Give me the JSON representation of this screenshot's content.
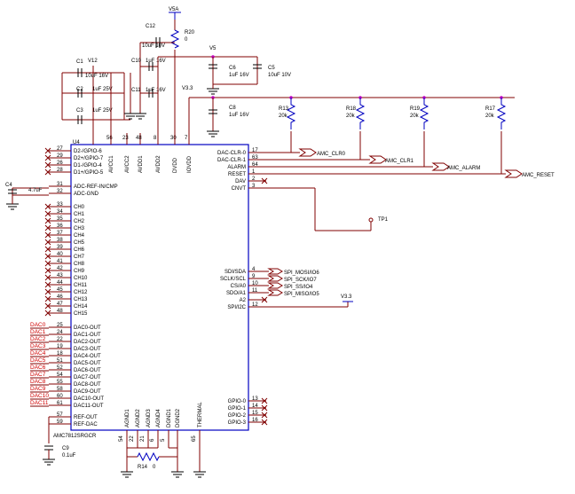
{
  "ic": {
    "ref": "U4",
    "part": "AMC7812SRGCR",
    "top_pins": [
      {
        "name": "AVCC1",
        "num": "56"
      },
      {
        "name": "AVCC2",
        "num": "23"
      },
      {
        "name": "AVDD1",
        "num": "48"
      },
      {
        "name": "AVDD2",
        "num": "8"
      },
      {
        "name": "DVDD",
        "num": "30"
      },
      {
        "name": "IOVDD",
        "num": "7"
      }
    ],
    "left_pins": [
      {
        "name": "D2-/GPIO-6",
        "num": "27"
      },
      {
        "name": "D2+/GPIO-7",
        "num": "29"
      },
      {
        "name": "D1-/GPIO-4",
        "num": "26"
      },
      {
        "name": "D1+/GPIO-5",
        "num": "28"
      },
      {
        "name": "ADC-REF-IN/CMP",
        "num": "31"
      },
      {
        "name": "ADC-GND",
        "num": "32"
      },
      {
        "name": "CH0",
        "num": "33"
      },
      {
        "name": "CH1",
        "num": "34"
      },
      {
        "name": "CH2",
        "num": "35"
      },
      {
        "name": "CH3",
        "num": "36"
      },
      {
        "name": "CH4",
        "num": "37"
      },
      {
        "name": "CH5",
        "num": "38"
      },
      {
        "name": "CH6",
        "num": "39"
      },
      {
        "name": "CH7",
        "num": "40"
      },
      {
        "name": "CH8",
        "num": "41"
      },
      {
        "name": "CH9",
        "num": "42"
      },
      {
        "name": "CH10",
        "num": "43"
      },
      {
        "name": "CH11",
        "num": "44"
      },
      {
        "name": "CH12",
        "num": "45"
      },
      {
        "name": "CH13",
        "num": "46"
      },
      {
        "name": "CH14",
        "num": "47"
      },
      {
        "name": "CH15",
        "num": "48"
      },
      {
        "name": "DAC0-OUT",
        "num": "25"
      },
      {
        "name": "DAC1-OUT",
        "num": "24"
      },
      {
        "name": "DAC2-OUT",
        "num": "22"
      },
      {
        "name": "DAC3-OUT",
        "num": "19"
      },
      {
        "name": "DAC4-OUT",
        "num": "18"
      },
      {
        "name": "DAC5-OUT",
        "num": "51"
      },
      {
        "name": "DAC6-OUT",
        "num": "52"
      },
      {
        "name": "DAC7-OUT",
        "num": "54"
      },
      {
        "name": "DAC8-OUT",
        "num": "55"
      },
      {
        "name": "DAC9-OUT",
        "num": "58"
      },
      {
        "name": "DAC10-OUT",
        "num": "60"
      },
      {
        "name": "DAC11-OUT",
        "num": "61"
      },
      {
        "name": "REF-OUT",
        "num": "57"
      },
      {
        "name": "REF-DAC",
        "num": "59"
      }
    ],
    "right_pins": [
      {
        "name": "DAC-CLR-0",
        "num": "17"
      },
      {
        "name": "DAC-CLR-1",
        "num": "63"
      },
      {
        "name": "ALARM",
        "num": "64"
      },
      {
        "name": "RESET",
        "num": "1"
      },
      {
        "name": "DAV",
        "num": "2"
      },
      {
        "name": "CNVT",
        "num": "3"
      },
      {
        "name": "SDI/SDA",
        "num": "4"
      },
      {
        "name": "SCLK/SCL",
        "num": "9"
      },
      {
        "name": "CS/A0",
        "num": "10"
      },
      {
        "name": "SDO/A1",
        "num": "11"
      },
      {
        "name": "A2",
        "num": ""
      },
      {
        "name": "SPI/I2C",
        "num": "12"
      },
      {
        "name": "GPIO-0",
        "num": "13"
      },
      {
        "name": "GPIO-1",
        "num": "14"
      },
      {
        "name": "GPIO-2",
        "num": "15"
      },
      {
        "name": "GPIO-3",
        "num": "16"
      }
    ],
    "bottom_pins": [
      {
        "name": "AGND1",
        "num": "54"
      },
      {
        "name": "AGND2",
        "num": "22"
      },
      {
        "name": "AGND3",
        "num": "21"
      },
      {
        "name": "AGND4",
        "num": "6"
      },
      {
        "name": "DGND1",
        "num": "5"
      },
      {
        "name": "DGND2",
        "num": ""
      },
      {
        "name": "THERMAL",
        "num": "65"
      }
    ]
  },
  "dac_labels": [
    "DAC0",
    "DAC1",
    "DAC2",
    "DAC3",
    "DAC4",
    "DAC5",
    "DAC6",
    "DAC7",
    "DAC8",
    "DAC9",
    "DAC10",
    "DAC11"
  ],
  "capacitors": [
    {
      "ref": "C12",
      "value": "10uF 10V"
    },
    {
      "ref": "C1",
      "value": "10uF 16V"
    },
    {
      "ref": "C10",
      "value": "1uF 16V"
    },
    {
      "ref": "C2",
      "value": "1uF 25V"
    },
    {
      "ref": "C11",
      "value": "1uF 16V"
    },
    {
      "ref": "C3",
      "value": "1uF 25V"
    },
    {
      "ref": "C6",
      "value": "1uF 16V"
    },
    {
      "ref": "C5",
      "value": "10uF 10V"
    },
    {
      "ref": "C8",
      "value": "1uF 16V"
    },
    {
      "ref": "C4",
      "value": "4.7uF"
    },
    {
      "ref": "C9",
      "value": "0.1uF"
    }
  ],
  "resistors": [
    {
      "ref": "R20",
      "value": "0"
    },
    {
      "ref": "R13",
      "value": "20k"
    },
    {
      "ref": "R18",
      "value": "20k"
    },
    {
      "ref": "R19",
      "value": "20k"
    },
    {
      "ref": "R17",
      "value": "20k"
    },
    {
      "ref": "R14",
      "value": "0"
    }
  ],
  "rails": {
    "v5a": "V5A",
    "v12": "V12",
    "v5": "V5",
    "v33_top": "V3.3",
    "v33_spi": "V3.3"
  },
  "nets": {
    "clr0": "AMC_CLR0",
    "clr1": "AMC_CLR1",
    "alarm": "AMC_ALARM",
    "reset": "AMC_RESET",
    "mosi": "SPI_MOSI/IO6",
    "sck": "SPI_SCK/IO7",
    "ss": "SPI_SS/IO4",
    "miso": "SPI_MISO/IO5"
  },
  "testpoint": "TP1"
}
